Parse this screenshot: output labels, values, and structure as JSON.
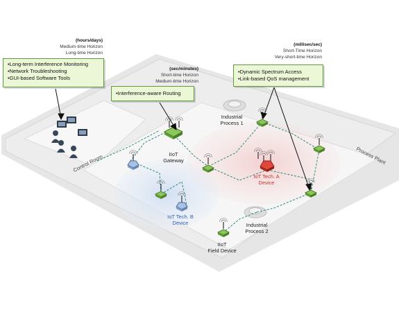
{
  "horizons": {
    "control": {
      "header": "(hours/days)",
      "lines": [
        "Medium-time Horizon",
        "Long-time Horizon"
      ]
    },
    "routing": {
      "header": "(sec/minutes)",
      "lines": [
        "Short-time Horizon",
        "Medium-time Horizon"
      ]
    },
    "spectrum": {
      "header": "(millisec/sec)",
      "lines": [
        "Short-Time Horizon",
        "Very-short-time Horizon"
      ]
    }
  },
  "callouts": {
    "control_room": [
      "Long-term Interference Monitoring",
      "Network Troubleshooting",
      "GUI-based Software Tools"
    ],
    "routing": [
      "Interference-aware Routing"
    ],
    "spectrum": [
      "Dynamic Spectrum Access",
      "Link-based QoS management"
    ]
  },
  "labels": {
    "control_room": "Control Room",
    "process_plant": "Process Plant",
    "gateway": [
      "IIoT",
      "Gateway"
    ],
    "tech_a": [
      "IoT Tech. A",
      "Device"
    ],
    "tech_b": [
      "IoT Tech. B",
      "Device"
    ],
    "process1": [
      "Industrial",
      "Process 1"
    ],
    "process2": [
      "Industrial",
      "Process 2"
    ],
    "field_device": [
      "IIoT",
      "Field Device"
    ]
  },
  "colors": {
    "callout_fill": "#ecf7d8",
    "callout_border": "#5f9a3a",
    "iiot_device": "#79b94a",
    "tech_a": "#e0483e",
    "tech_b": "#a9c2e6",
    "interference_a": "#f6dede",
    "interference_b": "#d9e5f5"
  }
}
